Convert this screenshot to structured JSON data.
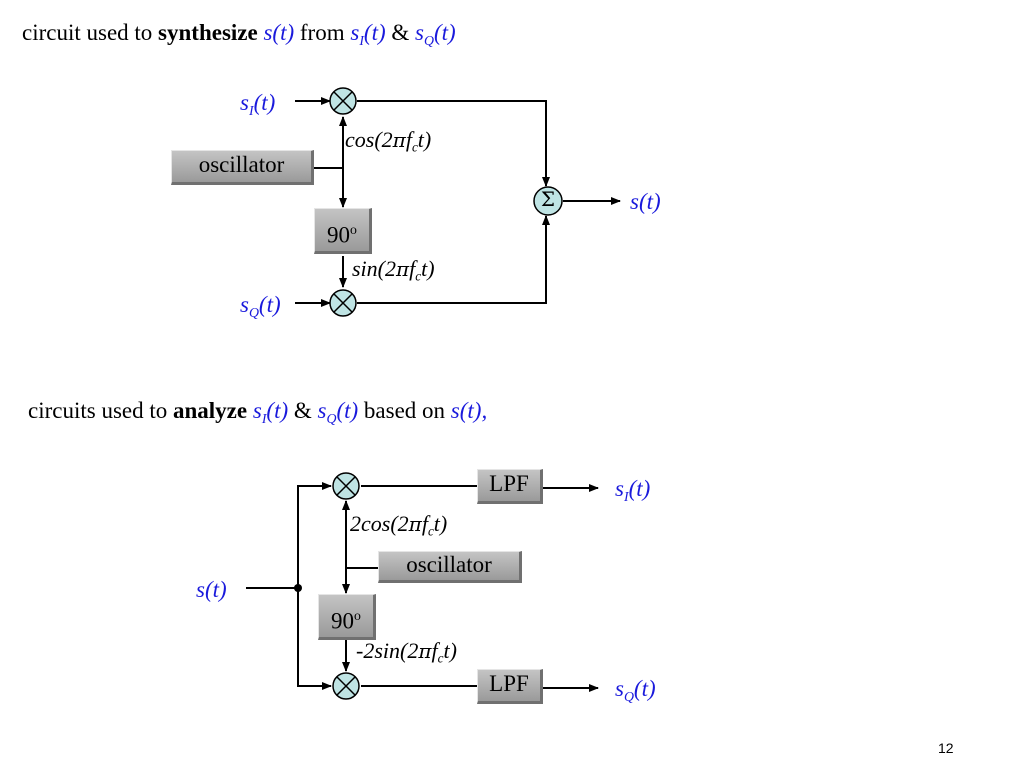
{
  "synth": {
    "heading": {
      "prefix": "circuit used to ",
      "bold": "synthesize",
      "space": " ",
      "s_t": "s(t)",
      "from": " from ",
      "sI_s": "s",
      "sI_sub": "I",
      "sI_t": "(t)",
      "amp": " & ",
      "sQ_s": "s",
      "sQ_sub": "Q",
      "sQ_t": "(t)"
    },
    "inputs": {
      "sI_s": "s",
      "sI_sub": "I",
      "sI_t": "(t)",
      "sQ_s": "s",
      "sQ_sub": "Q",
      "sQ_t": "(t)"
    },
    "oscillator": "oscillator",
    "phase_shift": "90",
    "phase_sup": "o",
    "cos_pre": "cos(2",
    "pi": "π",
    "f": "f",
    "c": "c",
    "t_close": "t)",
    "sin_pre": "sin(2",
    "sum_symbol": "Σ",
    "output": "s(t)"
  },
  "analyze": {
    "heading": {
      "prefix": "circuits used to ",
      "bold": "analyze",
      "space": " ",
      "sI_s": "s",
      "sI_sub": "I",
      "sI_t": "(t)",
      "amp": " & ",
      "sQ_s": "s",
      "sQ_sub": "Q",
      "sQ_t": "(t)",
      "based": " based on ",
      "s_t": "s(t),"
    },
    "input": "s(t)",
    "lpf_top": "LPF",
    "lpf_bottom": "LPF",
    "oscillator": "oscillator",
    "phase_shift": "90",
    "phase_sup": "o",
    "cos_pre": "2cos(2",
    "sin_pre": "-2sin(2",
    "pi": "π",
    "f": "f",
    "c": "c",
    "t_close": "t)",
    "outputs": {
      "sI_s": "s",
      "sI_sub": "I",
      "sI_t": "(t)",
      "sQ_s": "s",
      "sQ_sub": "Q",
      "sQ_t": "(t)"
    }
  },
  "page_number": "12",
  "colors": {
    "signal_text": "#1a1adc",
    "mixer_fill": "#bfe4e4",
    "box_fill": "#b0b0b0"
  }
}
